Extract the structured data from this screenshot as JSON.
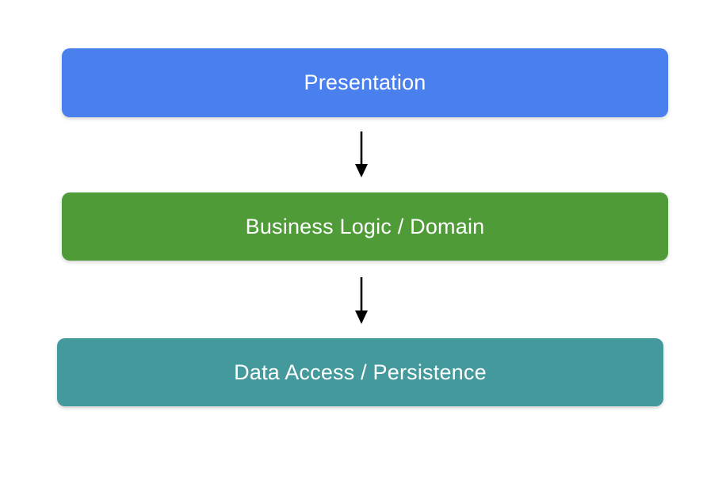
{
  "diagram": {
    "background_color": "#ffffff",
    "text_color": "#ffffff",
    "arrow_color": "#000000",
    "nodes": [
      {
        "label": "Presentation",
        "color": "#4a80ee"
      },
      {
        "label": "Business Logic / Domain",
        "color": "#4e9b38"
      },
      {
        "label": "Data Access / Persistence",
        "color": "#43999c"
      }
    ],
    "arrows": [
      {
        "name": "presentation-to-business-arrow",
        "direction": "down"
      },
      {
        "name": "business-to-data-arrow",
        "direction": "down"
      }
    ]
  }
}
